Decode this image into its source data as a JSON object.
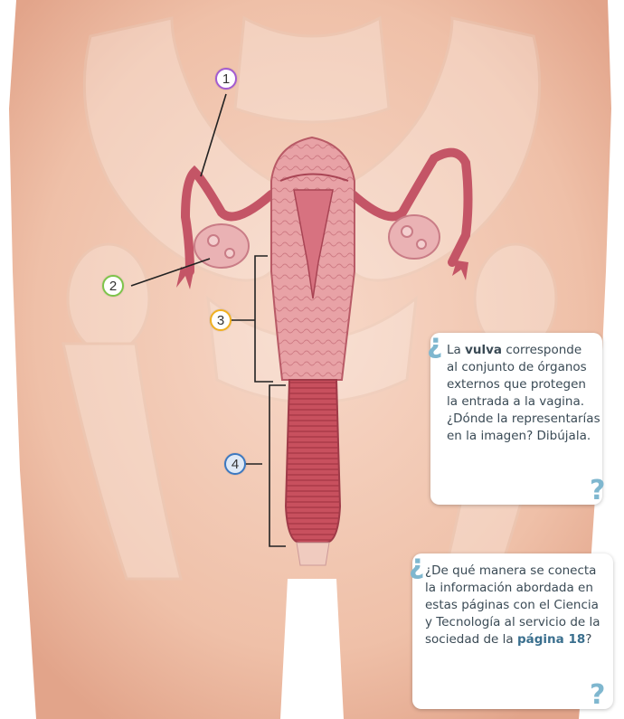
{
  "labels": {
    "m1": "1",
    "m2": "2",
    "m3": "3",
    "m4": "4"
  },
  "colors": {
    "m1": "#a35bd0",
    "m2": "#7dc44a",
    "m3": "#f0b020",
    "m4": "#3c78c0",
    "note_accent": "#7fb7cf"
  },
  "note1": {
    "open_mark": "¿",
    "l1_a": "La ",
    "l1_bold": "vulva",
    "l1_b": " corresponde",
    "l2": "al conjunto de órganos",
    "l3": "externos que protegen",
    "l4": "la entrada a la vagina.",
    "l5": "¿Dónde la representarías",
    "l6": "en la imagen? Dibújala.",
    "close_mark": "?"
  },
  "note2": {
    "open_mark": "¿",
    "l1": "¿De qué manera se conecta",
    "l2": "la información abordada en",
    "l3": "estas páginas con el Ciencia",
    "l4": "y Tecnología al servicio de la",
    "l5_a": "sociedad de la ",
    "l5_bold": "página 18",
    "l5_b": "?",
    "close_mark": "?"
  }
}
